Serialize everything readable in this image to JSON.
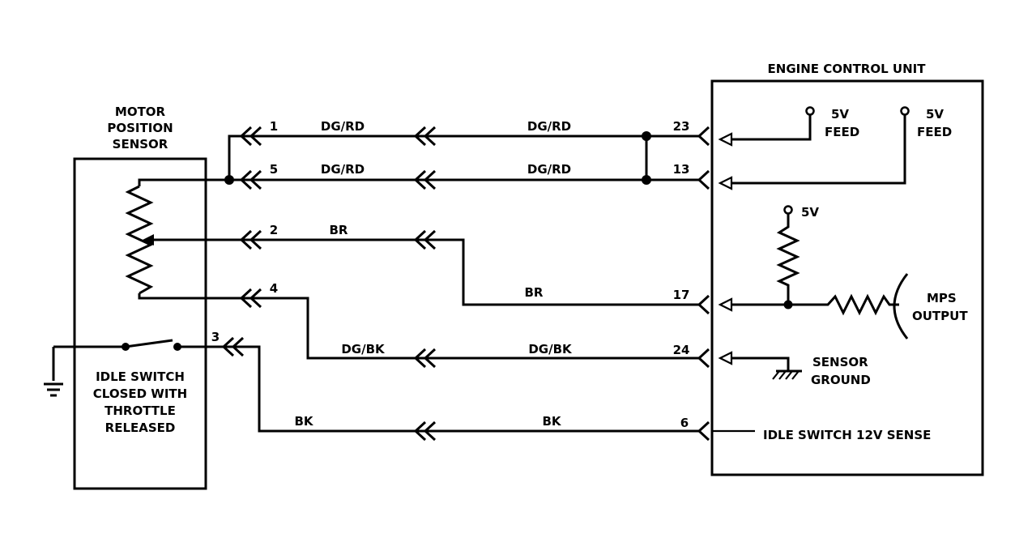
{
  "ecu": {
    "title": "ENGINE CONTROL UNIT",
    "feed1_a": "5V",
    "feed1_b": "FEED",
    "feed2_a": "5V",
    "feed2_b": "FEED",
    "pullup": "5V",
    "mps_a": "MPS",
    "mps_b": "OUTPUT",
    "ground_a": "SENSOR",
    "ground_b": "GROUND",
    "idle_sense": "IDLE SWITCH 12V SENSE"
  },
  "sensor": {
    "title_1": "MOTOR",
    "title_2": "POSITION",
    "title_3": "SENSOR",
    "switch_1": "IDLE SWITCH",
    "switch_2": "CLOSED WITH",
    "switch_3": "THROTTLE",
    "switch_4": "RELEASED"
  },
  "wires": {
    "w1_pin": "1",
    "w1_left": "DG/RD",
    "w1_right": "DG/RD",
    "w1_ecu": "23",
    "w5_pin": "5",
    "w5_left": "DG/RD",
    "w5_right": "DG/RD",
    "w5_ecu": "13",
    "w2_pin": "2",
    "w2_left": "BR",
    "w2_right": "BR",
    "w2_ecu": "17",
    "w4_pin": "4",
    "w4_left": "DG/BK",
    "w4_right": "DG/BK",
    "w4_ecu": "24",
    "w3_pin": "3",
    "w3_left": "BK",
    "w3_right": "BK",
    "w3_ecu": "6"
  }
}
